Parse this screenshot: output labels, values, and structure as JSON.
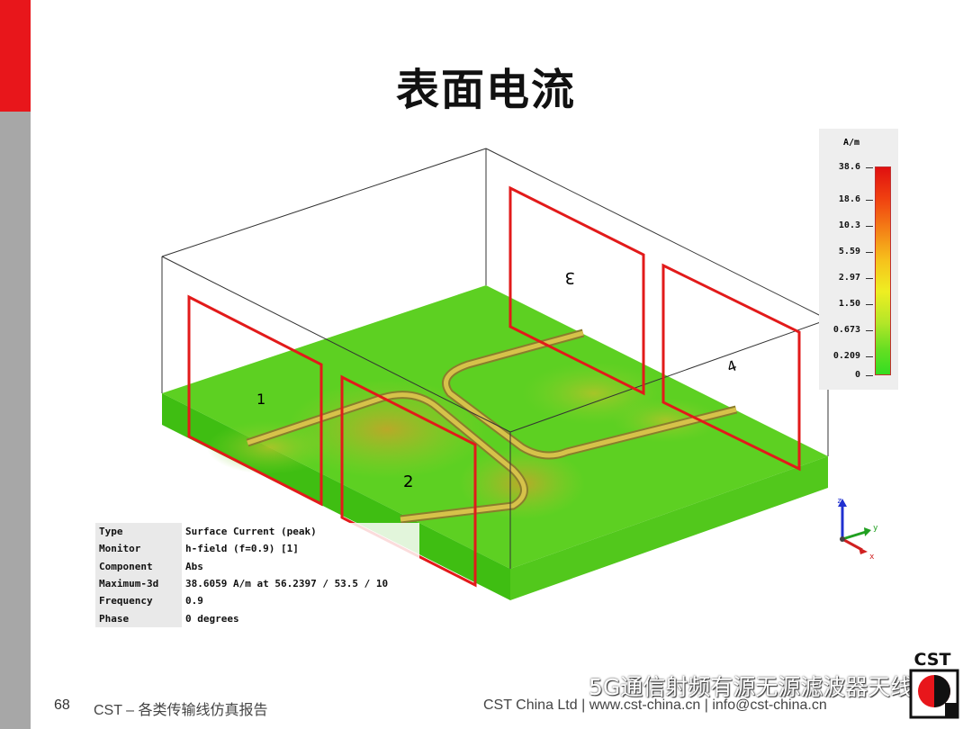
{
  "slide": {
    "title": "表面电流",
    "page_number": "68",
    "footer_left": "CST – 各类传输线仿真报告",
    "footer_right": "CST China Ltd | www.cst-china.cn | info@cst-china.cn",
    "accent_red": "#e8161b",
    "side_gray": "#a7a7a7"
  },
  "simulation": {
    "port_labels": [
      "1",
      "2",
      "3",
      "4"
    ],
    "info": [
      {
        "label": "Type",
        "value": "Surface Current (peak)"
      },
      {
        "label": "Monitor",
        "value": "h-field (f=0.9) [1]"
      },
      {
        "label": "Component",
        "value": "Abs"
      },
      {
        "label": "Maximum-3d",
        "value": "38.6059 A/m at 56.2397 / 53.5 / 10"
      },
      {
        "label": "Frequency",
        "value": "0.9"
      },
      {
        "label": "Phase",
        "value": "0 degrees"
      }
    ],
    "legend": {
      "unit": "A/m",
      "ticks": [
        "38.6",
        "18.6",
        "10.3",
        "5.59",
        "2.97",
        "1.50",
        "0.673",
        "0.209",
        "0"
      ]
    },
    "axes": {
      "z": "z",
      "y": "y",
      "x": "x"
    }
  },
  "logo": {
    "text": "CST"
  },
  "watermark": {
    "text": "5G通信射频有源无源滤波器天线"
  }
}
